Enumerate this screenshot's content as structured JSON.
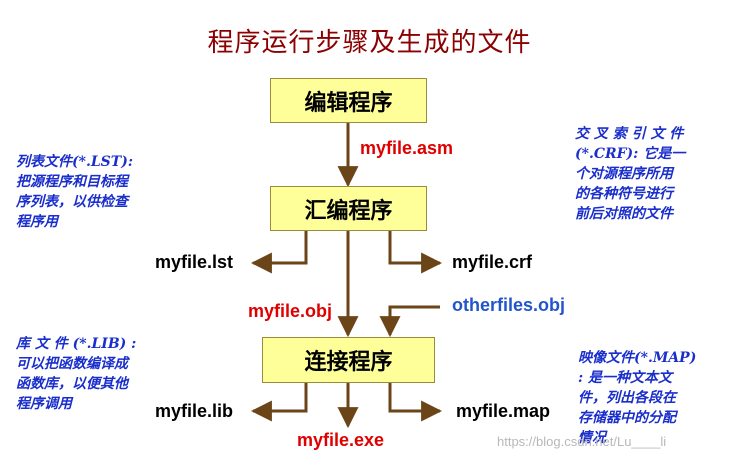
{
  "title": "程序运行步骤及生成的文件",
  "boxes": {
    "edit": "编辑程序",
    "assemble": "汇编程序",
    "link": "连接程序"
  },
  "files": {
    "asm": "myfile.asm",
    "lst": "myfile.lst",
    "crf": "myfile.crf",
    "obj": "myfile.obj",
    "other_obj": "otherfiles.obj",
    "lib": "myfile.lib",
    "map": "myfile.map",
    "exe": "myfile.exe"
  },
  "notes": {
    "lst": [
      "列表文件(*.LST):",
      "把源程序和目标程",
      "序列表，以供检查",
      "程序用"
    ],
    "crf": [
      "交 叉 索 引 文 件",
      "(*.CRF): 它是一",
      "个对源程序所用",
      "的各种符号进行",
      "前后对照的文件"
    ],
    "lib": [
      "库 文 件 (*.LIB) :",
      "可以把函数编译成",
      "函数库，以便其他",
      "程序调用"
    ],
    "map": [
      "映像文件(*.MAP)",
      ": 是一种文本文",
      "件，列出各段在",
      "存储器中的分配",
      "情况"
    ]
  },
  "watermark": "https://blog.csdn.net/Lu____li"
}
